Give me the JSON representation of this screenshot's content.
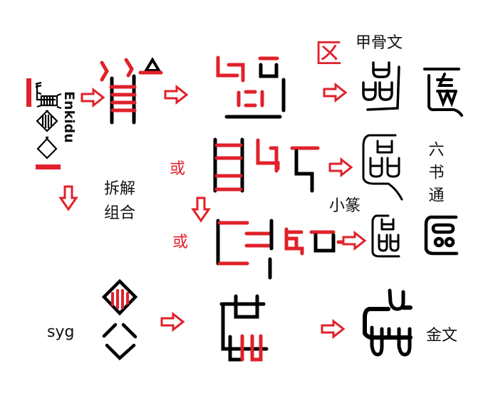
{
  "colors": {
    "red": "#e0212b",
    "black": "#000000",
    "background": "#ffffff"
  },
  "labels": {
    "enkidu": "Enkidu",
    "decompose_line1": "拆解",
    "decompose_line2": "组合",
    "or_1": "或",
    "or_2": "或",
    "modern_char": "区",
    "oracle_bone": "甲骨文",
    "small_seal": "小篆",
    "liushutong": "六书通",
    "bronze": "金文",
    "syg": "syg"
  },
  "glyph_groups": [
    {
      "name": "cuneiform-enkidu",
      "description": "cuneiform sign sequence with red bracket marks"
    },
    {
      "name": "ladder-component",
      "description": "two black verticals with red rungs, red chevrons and black triangle"
    },
    {
      "name": "reconstruction-1",
      "description": "red and black stroke composition"
    },
    {
      "name": "reconstruction-2",
      "description": "ladder and hooked strokes"
    },
    {
      "name": "reconstruction-3",
      "description": "bracket with inner strokes"
    },
    {
      "name": "reconstruction-4",
      "description": "syg-derived bronze form"
    },
    {
      "name": "oracle-bone-form",
      "description": "oracle bone script of 区"
    },
    {
      "name": "liushutong-form-1",
      "description": "Liushutong variant"
    },
    {
      "name": "small-seal-form",
      "description": "small seal script form"
    },
    {
      "name": "small-seal-form-2",
      "description": "small seal variant"
    },
    {
      "name": "liushutong-form-2",
      "description": "Liushutong variant 2"
    },
    {
      "name": "bronze-form",
      "description": "bronze inscription form"
    },
    {
      "name": "syg-diamonds",
      "description": "two diamonds, upper with red vertical bars"
    }
  ]
}
